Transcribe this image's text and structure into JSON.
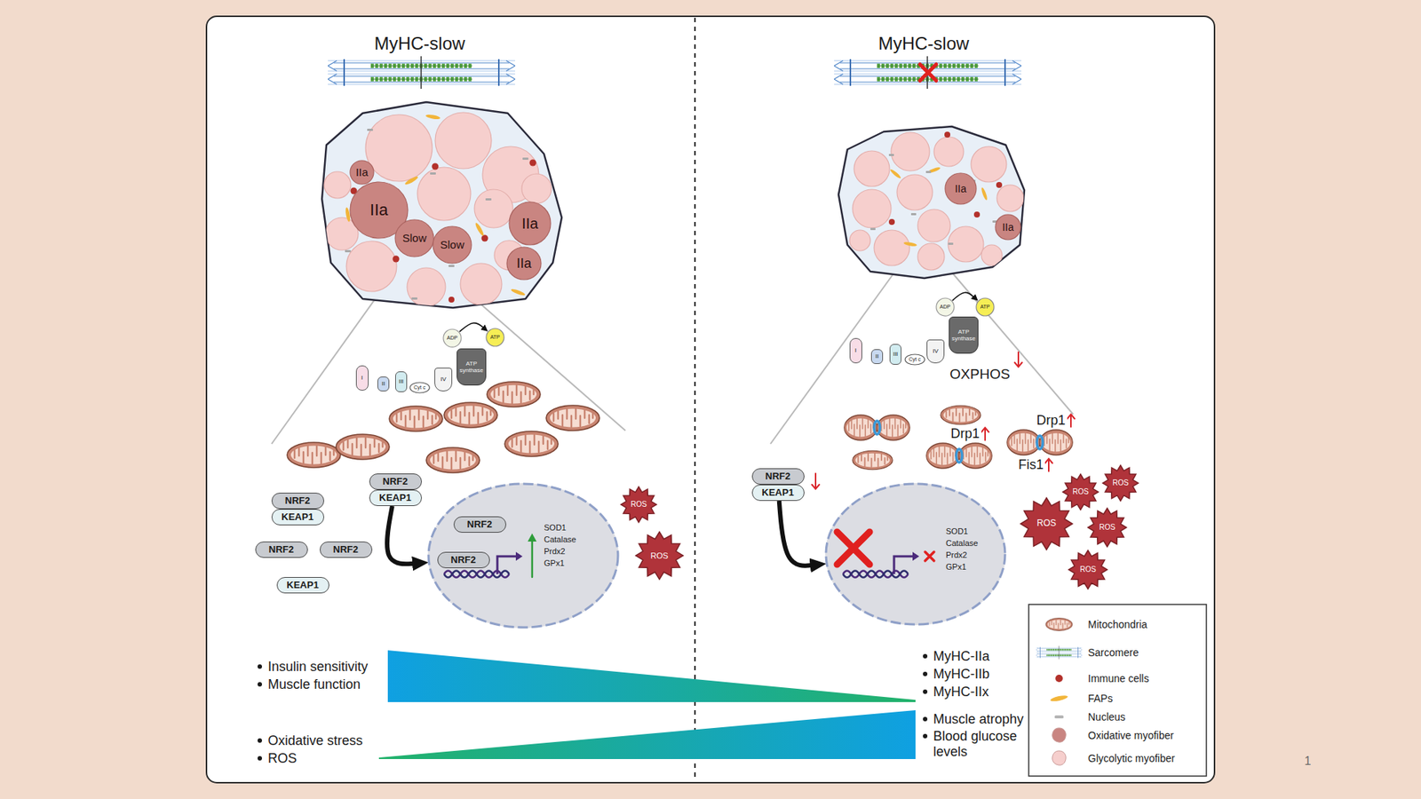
{
  "diagram": {
    "nodes": [
      {
        "text": [
          "IIa"
        ]
      },
      {
        "text": [
          "IIa"
        ]
      },
      {
        "text": [
          "Slow"
        ]
      },
      {
        "text": [
          "Slow"
        ]
      },
      {
        "text": [
          "IIa"
        ]
      },
      {
        "text": [
          "IIa"
        ]
      },
      {
        "text": [
          "I"
        ]
      },
      {
        "text": [
          "II"
        ]
      },
      {
        "text": [
          "III"
        ]
      },
      {
        "text": [
          "Cyt c"
        ]
      },
      {
        "text": [
          "IV"
        ]
      },
      {
        "text": [
          "ATP synthase"
        ]
      },
      {
        "text": [
          "ADP"
        ]
      },
      {
        "text": [
          "ATP"
        ]
      },
      {
        "text": [
          "NRF2",
          "KEAP1"
        ]
      },
      {
        "text": [
          "NRF2"
        ]
      },
      {
        "text": [
          "NRF2"
        ]
      },
      {
        "text": [
          "KEAP1"
        ]
      },
      {
        "text": [
          "NRF2",
          "KEAP1"
        ]
      },
      {
        "text": [
          "SOD1 Catalase Prdx2 GPx1"
        ]
      },
      {
        "text": [
          "NRF2"
        ],
        "in": 19
      },
      {
        "text": [
          "NRF2"
        ],
        "in": 19
      },
      {
        "text": [
          "ROS"
        ]
      },
      {
        "text": [
          "ROS"
        ]
      },
      {
        "text": [
          "IIa"
        ]
      },
      {
        "text": [
          "IIa"
        ]
      },
      {
        "text": [
          "I"
        ]
      },
      {
        "text": [
          "II"
        ]
      },
      {
        "text": [
          "III"
        ]
      },
      {
        "text": [
          "Cyt c"
        ]
      },
      {
        "text": [
          "IV"
        ]
      },
      {
        "text": [
          "ATP synthase"
        ]
      },
      {
        "text": [
          "ADP"
        ]
      },
      {
        "text": [
          "ATP"
        ]
      },
      {
        "text": [
          "NRF2",
          "KEAP1"
        ]
      },
      {
        "text": [
          "SOD1 Catalase Prdx2 GPx1"
        ]
      },
      {
        "text": [
          "ROS"
        ]
      },
      {
        "text": [
          "ROS"
        ]
      },
      {
        "text": [
          "ROS"
        ]
      },
      {
        "text": [
          "ROS"
        ]
      },
      {
        "text": [
          "ROS"
        ]
      }
    ],
    "edges": [
      {
        "from": 12,
        "to": 13,
        "arrow": "to"
      },
      {
        "from": 18,
        "to": 19,
        "arrow": "to"
      },
      {
        "from": 32,
        "to": 33,
        "arrow": "to"
      },
      {
        "from": 34,
        "to": 35,
        "arrow": "to"
      }
    ],
    "labels": [
      "MyHC-slow",
      "MyHC-slow",
      "OXPHOS",
      "Drp1",
      "Drp1",
      "Fis1",
      "Insulin sensitivity",
      "Muscle function",
      "Oxidative stress",
      "ROS",
      "MyHC-IIa",
      "MyHC-IIb",
      "MyHC-IIx",
      "Muscle atrophy",
      "Blood glucose levels",
      "1"
    ],
    "legend": [
      {
        "text": "Mitochondria"
      },
      {
        "text": "Sarcomere"
      },
      {
        "text": "Immune cells",
        "color": "#b3312b"
      },
      {
        "text": "FAPs",
        "color": "#f2b53a"
      },
      {
        "text": "Nucleus",
        "color": "#b5b5b5"
      },
      {
        "text": "Oxidative myofiber",
        "color": "#c98581"
      },
      {
        "text": "Glycolytic myofiber",
        "color": "#f6cfcd"
      }
    ]
  }
}
